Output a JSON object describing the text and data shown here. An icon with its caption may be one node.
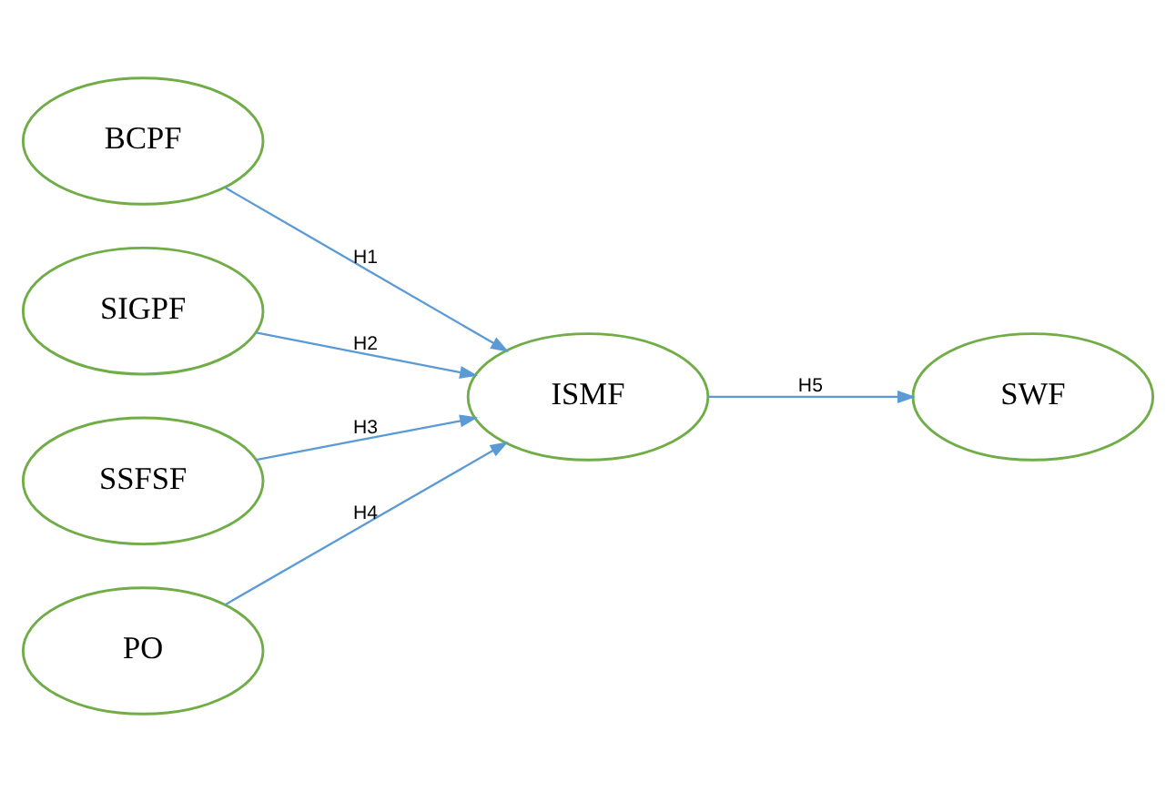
{
  "diagram": {
    "nodes": [
      {
        "text": [
          "BCPF"
        ]
      },
      {
        "text": [
          "SIGPF"
        ]
      },
      {
        "text": [
          "SSFSF"
        ]
      },
      {
        "text": [
          "PO"
        ]
      },
      {
        "text": [
          "ISMF"
        ]
      },
      {
        "text": [
          "SWF"
        ]
      }
    ],
    "edges": [
      {
        "from": 0,
        "to": 4,
        "arrow": "to",
        "label": "H1"
      },
      {
        "from": 1,
        "to": 4,
        "arrow": "to",
        "label": "H2"
      },
      {
        "from": 2,
        "to": 4,
        "arrow": "to",
        "label": "H3"
      },
      {
        "from": 3,
        "to": 4,
        "arrow": "to",
        "label": "H4"
      },
      {
        "from": 4,
        "to": 5,
        "arrow": "to",
        "label": "H5"
      }
    ]
  }
}
